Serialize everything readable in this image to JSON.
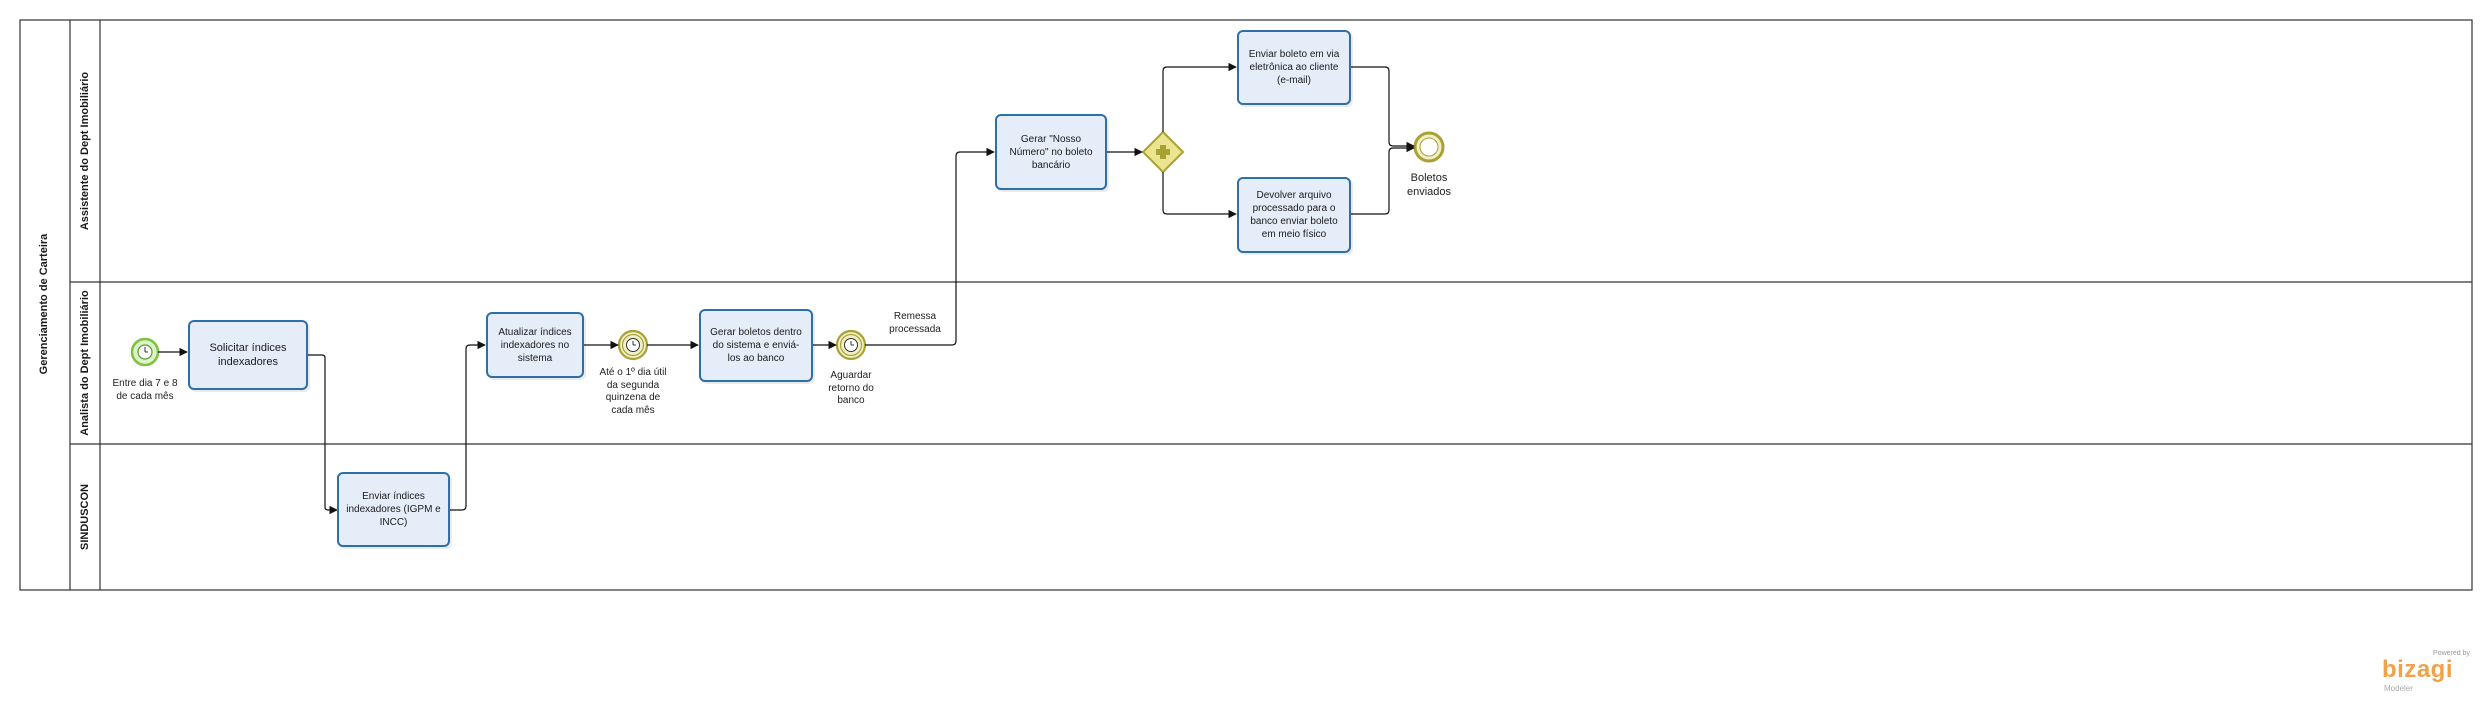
{
  "pool": {
    "name": "Gerenciamento de Carteira"
  },
  "lanes": [
    {
      "id": "assistente",
      "name": "Assistente do Dept Imobiliário"
    },
    {
      "id": "analista",
      "name": "Analista do Dept Imobiliário"
    },
    {
      "id": "sinduscon",
      "name": "SINDUSCON"
    }
  ],
  "start_event": {
    "label": "Entre dia 7 e 8 de cada mês"
  },
  "tasks": {
    "solicitar": "Solicitar índices indexadores",
    "enviar_indices": "Enviar índices indexadores (IGPM e INCC)",
    "atualizar": "Atualizar índices indexadores no sistema",
    "gerar_boletos": "Gerar boletos dentro do sistema e enviá-los ao banco",
    "gerar_nosso_numero": "Gerar \"Nosso Número\" no boleto bancário",
    "enviar_boleto_email": "Enviar boleto em via eletrônica ao cliente (e-mail)",
    "devolver_arquivo": "Devolver arquivo processado para o banco enviar boleto em meio físico"
  },
  "timer_events": {
    "ate_1_dia": "Até o 1º dia útil da segunda quinzena de cada mês",
    "aguardar_retorno": "Aguardar retorno do banco"
  },
  "flows": {
    "remessa": "Remessa processada"
  },
  "end_event": {
    "label": "Boletos enviados"
  },
  "logo": {
    "powered": "Powered by",
    "brand": "bizagi",
    "product": "Modeler"
  },
  "colors": {
    "task_fill": "#e4edf8",
    "task_border": "#2f6fa8",
    "start_event": "#7cc243",
    "timer_event": "#a8a235",
    "gateway": "#e8e07a",
    "brand": "#f0a24a"
  }
}
